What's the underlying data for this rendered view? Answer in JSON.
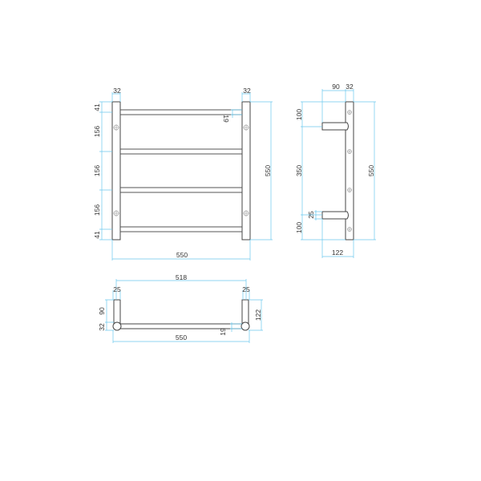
{
  "front_view": {
    "top_left_width": "32",
    "top_right_width": "32",
    "left_dims": [
      "41",
      "156",
      "156",
      "156",
      "41"
    ],
    "bar_diameter": "19",
    "height": "550",
    "width": "550"
  },
  "side_view": {
    "arm_depth": "90",
    "post_width": "32",
    "left_dims": [
      "100",
      "350",
      "100"
    ],
    "arm_thickness": "25",
    "height": "550",
    "depth": "122"
  },
  "top_view": {
    "inner_width": "518",
    "left_post": "25",
    "right_post": "25",
    "arm_depth": "90",
    "post_depth": "32",
    "total_depth": "122",
    "bar_diameter": "19",
    "width": "550"
  },
  "colors": {
    "dimension": "#6cc9ee",
    "outline": "#444444"
  }
}
